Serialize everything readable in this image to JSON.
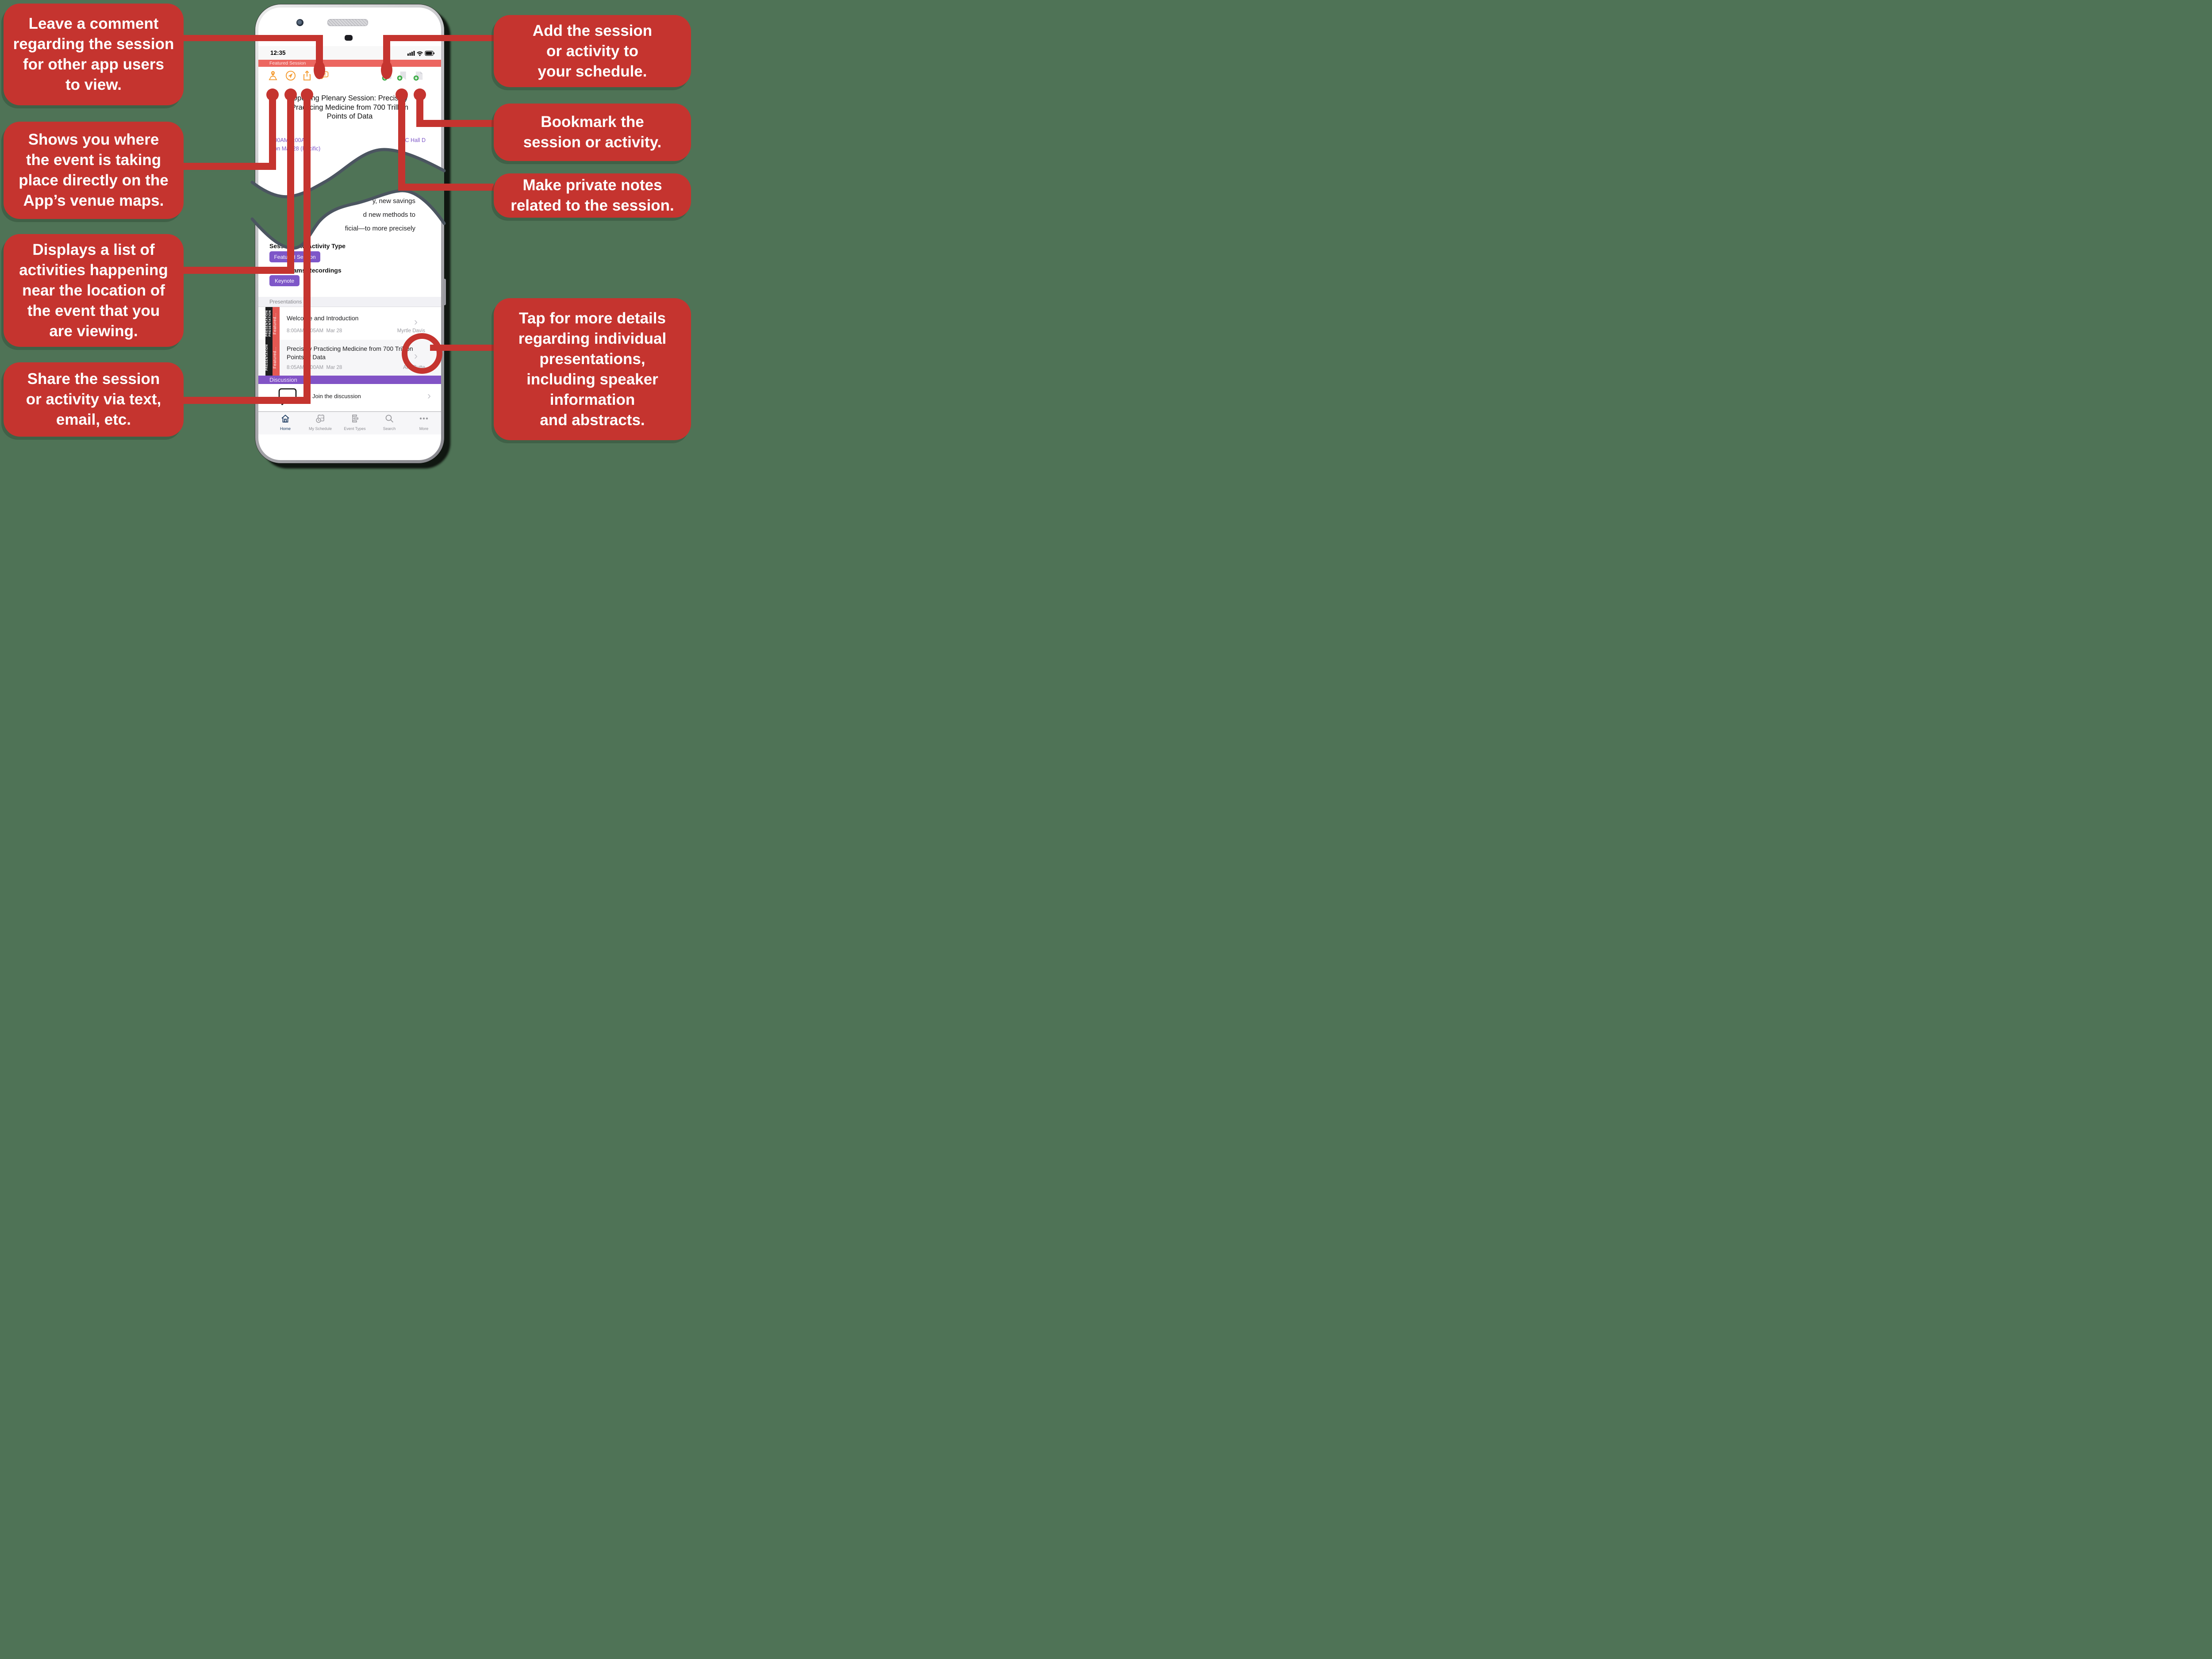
{
  "colors": {
    "background_green": "#4F7356",
    "callout_red": "#C5342F",
    "featured_bar_red": "#EC6660",
    "badge_purple": "#7E57C8",
    "discussion_purple": "#8253C6",
    "icon_orange": "#F49B31",
    "plus_green": "#3CAB47",
    "active_tab_navy": "#1B3A60",
    "wave_outline": "#4B5560"
  },
  "callouts": [
    {
      "id": "leave-comment",
      "lines": [
        "Leave a comment",
        "regarding the session",
        "for other app users",
        "to view."
      ]
    },
    {
      "id": "venue-map",
      "lines": [
        "Shows you where",
        "the event is taking",
        "place directly on the",
        "App’s venue maps."
      ]
    },
    {
      "id": "nearby-activities",
      "lines": [
        "Displays a list of",
        "activities happening",
        "near the location of",
        "the event that you",
        "are viewing."
      ]
    },
    {
      "id": "share",
      "lines": [
        "Share the session",
        "or activity via text,",
        "email, etc."
      ]
    },
    {
      "id": "add-schedule",
      "lines": [
        "Add the session",
        "or activity to",
        "your schedule."
      ]
    },
    {
      "id": "bookmark",
      "lines": [
        "Bookmark the",
        "session or activity."
      ]
    },
    {
      "id": "private-notes",
      "lines": [
        "Make private notes",
        "related to the session."
      ]
    },
    {
      "id": "tap-details",
      "lines": [
        "Tap for more details",
        "regarding individual",
        "presentations,",
        "including speaker",
        "information",
        "and abstracts."
      ]
    }
  ],
  "phone": {
    "status_bar": {
      "time": "12:35"
    },
    "header_bar": {
      "label": "Featured Session"
    },
    "action_icons": [
      "map-pin",
      "navigation",
      "share",
      "comment",
      "add-to-schedule",
      "bookmark-add",
      "note-add"
    ],
    "session": {
      "title_lines": [
        "Opening Plenary Session: Precisely",
        "Practicing Medicine from 700 Trillion",
        "Points of Data"
      ],
      "time_range": "8:00AM-9:00AM",
      "date": "Mon Mar 28 (Pacific)",
      "location": "CC Hall D"
    },
    "description_fragments": [
      "y, new savings",
      "d new methods to",
      "ficial—to more precisely"
    ],
    "type_section": {
      "heading": "Session and Activity Type",
      "badge": "Featured Session"
    },
    "livestreams_section": {
      "heading": "Livestreams/Recordings",
      "badge": "Keynote"
    },
    "presentations": {
      "header": "Presentations",
      "rows": [
        {
          "title": "Welcome and Introduction",
          "time": "8:00AM-8:05AM",
          "date": "Mar 28",
          "speaker": "Myrtle Davis",
          "type_label": "PRESENTATION  PRESENTATION",
          "featured_label": "Featured..."
        },
        {
          "title": "Precisely Practicing Medicine from 700 Trillion Points of Data",
          "time": "8:05AM-9:00AM",
          "date": "Mar 28",
          "speaker": "Atul Butte",
          "type_label": "PRESENTATION",
          "featured_label": "Featured..."
        }
      ]
    },
    "discussion": {
      "header": "Discussion",
      "row_label": "Join the discussion"
    },
    "tab_bar": [
      {
        "label": "Home"
      },
      {
        "label": "My Schedule"
      },
      {
        "label": "Event Types"
      },
      {
        "label": "Search"
      },
      {
        "label": "More"
      }
    ],
    "glyphs": {
      "chevron": "›"
    }
  }
}
